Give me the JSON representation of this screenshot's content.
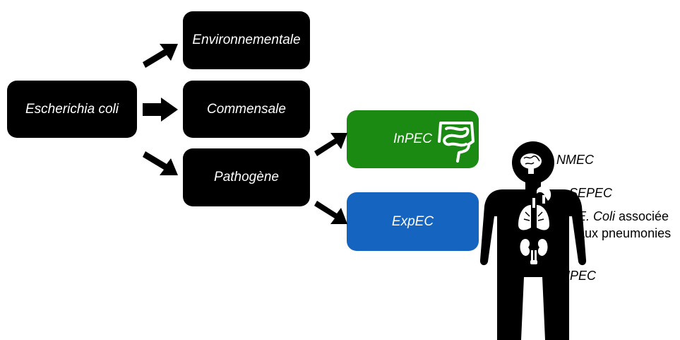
{
  "nodes": {
    "ecoli": "Escherichia coli",
    "environnementale": "Environnementale",
    "commensale": "Commensale",
    "pathogene": "Pathogène",
    "inpec": "InPEC",
    "expec": "ExpEC"
  },
  "body_labels": {
    "nmec": "NMEC",
    "sepec": "SEPEC",
    "pneumo_italic": "E. Coli",
    "pneumo_rest": " associée",
    "pneumo_line2": "aux pneumonies",
    "upec": "UPEC"
  },
  "colors": {
    "black_box": "#000000",
    "inpec": "#1a8a12",
    "expec": "#1565c0",
    "text_on_box": "#ffffff"
  },
  "icons": [
    "arrow-icon",
    "intestine-icon",
    "brain-icon",
    "heart-icon",
    "lungs-icon",
    "kidneys-icon",
    "human-silhouette-icon"
  ]
}
